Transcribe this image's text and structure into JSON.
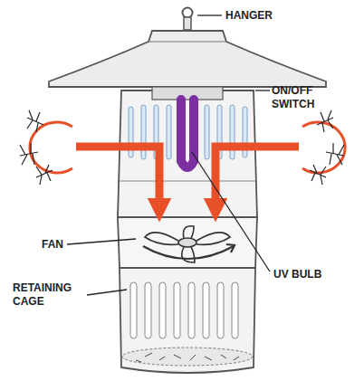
{
  "diagram": {
    "labels": [
      "HANGER",
      "ON/OFF SWITCH",
      "FAN",
      "UV BULB",
      "RETAINING CAGE"
    ]
  }
}
